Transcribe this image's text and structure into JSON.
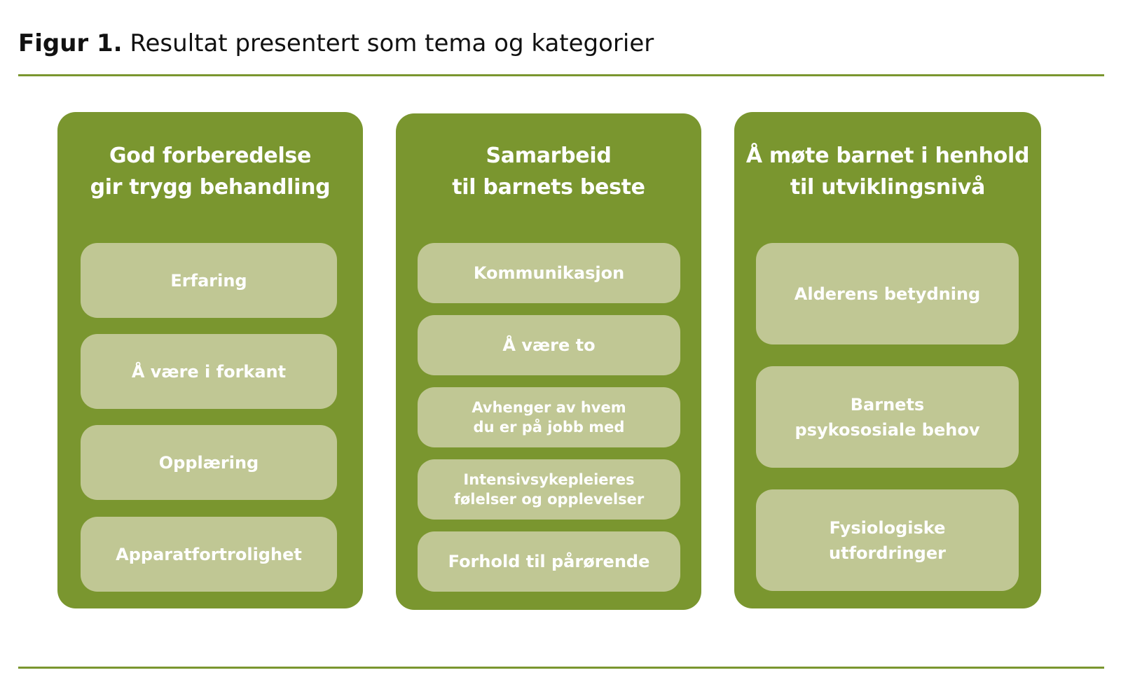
{
  "figure": {
    "label": "Figur 1.",
    "title": "Resultat presentert som tema og kategorier"
  },
  "colors": {
    "panel": "#7a962f",
    "category": "#c0c794",
    "rule": "#7a962f",
    "text_light": "#ffffff"
  },
  "themes": [
    {
      "title": "God forberedelse\ngir trygg behandling",
      "categories": [
        "Erfaring",
        "Å være i forkant",
        "Opplæring",
        "Apparatfortrolighet"
      ]
    },
    {
      "title": "Samarbeid\ntil barnets beste",
      "categories": [
        "Kommunikasjon",
        "Å være to",
        "Avhenger av hvem\ndu er på jobb med",
        "Intensivsykepleieres\nfølelser og opplevelser",
        "Forhold til pårørende"
      ]
    },
    {
      "title": "Å møte barnet i henhold\ntil utviklingsnivå",
      "categories": [
        "Alderens betydning",
        "Barnets\npsykososiale behov",
        "Fysiologiske\nutfordringer"
      ]
    }
  ]
}
